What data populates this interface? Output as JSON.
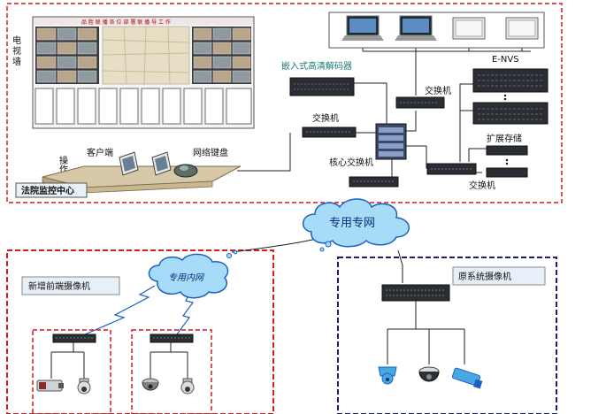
{
  "labels": {
    "video_wall": "电视墙",
    "video_wall_banner": "品 胜 联 播 各 位 部 署 联 播 导 工 作",
    "embedded_decoder": "嵌入式高清解码器",
    "switch_top_right": "交换机",
    "switch_left": "交换机",
    "core_switch": "核心交换机",
    "switch_bottom_right": "交换机",
    "e_nvs": "E-NVS",
    "expansion_storage": "扩展存储",
    "console_desk": "操作台",
    "client": "客户端",
    "network_keyboard": "网络键盘",
    "court_center": "法院监控中心",
    "private_network": "专用专网",
    "private_intranet": "专用内网",
    "new_cameras": "新增前端摄像机",
    "legacy_cameras": "原系统摄像机"
  },
  "colors": {
    "region_red": "#d81c1c",
    "region_navy": "#1a1f6b",
    "cloud_fill": "#a6dcf7",
    "cloud_stroke": "#1b61c4",
    "equipment_dark": "#2a2d33",
    "teal_text": "#1a7c78"
  }
}
